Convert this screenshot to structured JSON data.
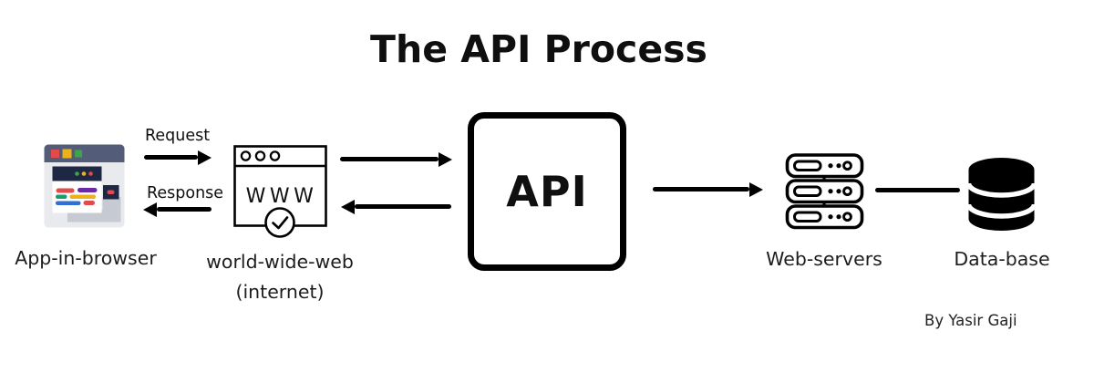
{
  "title": "The API Process",
  "credit": "By Yasir Gaji",
  "nodes": {
    "app": {
      "label": "App-in-browser",
      "icon": "browser-app-icon"
    },
    "www": {
      "label_line1": "world-wide-web",
      "label_line2": "(internet)",
      "icon_text": "WWW",
      "icon": "www-browser-icon"
    },
    "api": {
      "label": "API",
      "icon": "api-box"
    },
    "servers": {
      "label": "Web-servers",
      "icon": "server-stack-icon"
    },
    "database": {
      "label": "Data-base",
      "icon": "database-cylinder-icon"
    }
  },
  "edges": {
    "request_label": "Request",
    "response_label": "Response",
    "www_to_api": "arrow-right",
    "api_to_www": "arrow-left",
    "api_to_servers": "arrow-right",
    "servers_to_database": "plain-line"
  },
  "colors": {
    "ink": "#000000",
    "title_ink": "#0f0f0f",
    "label_ink": "#1d1d1d",
    "slate": "#535d7a",
    "window_gray": "#e9eaee",
    "navy": "#1e2743",
    "red": "#e14b4b",
    "gold": "#ecb219",
    "green": "#3fa34d",
    "teal": "#1d9a70",
    "purple": "#6d28a8",
    "blue": "#2f6fd6",
    "panel_gray": "#c5cad3"
  }
}
